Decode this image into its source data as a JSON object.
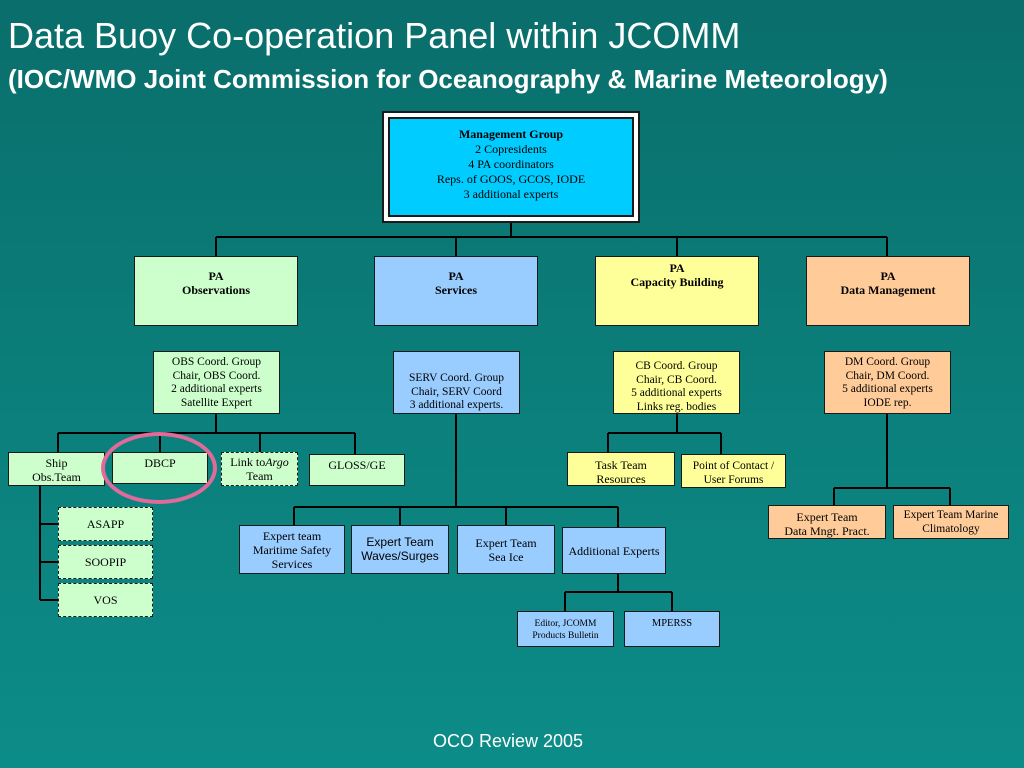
{
  "title": "Data Buoy Co-operation Panel within JCOMM",
  "subtitle": "(IOC/WMO Joint Commission for Oceanography & Marine Meteorology)",
  "footer": "OCO Review 2005",
  "management": {
    "heading": "Management Group",
    "lines": [
      "2 Copresidents",
      "4 PA coordinators",
      "Reps. of GOOS, GCOS, IODE",
      "3 additional experts"
    ]
  },
  "program_areas": [
    {
      "line1": "PA",
      "line2": "Observations"
    },
    {
      "line1": "PA",
      "line2": "Services"
    },
    {
      "line1": "PA",
      "line2": "Capacity Building"
    },
    {
      "line1": "PA",
      "line2": "Data Management"
    }
  ],
  "coord_groups": [
    {
      "lines": [
        "OBS Coord. Group",
        "Chair, OBS Coord.",
        "2 additional experts",
        "Satellite Expert"
      ]
    },
    {
      "lines": [
        "SERV Coord. Group",
        "Chair, SERV Coord",
        "3 additional experts."
      ]
    },
    {
      "lines": [
        "CB Coord. Group",
        "Chair, CB Coord.",
        "5 additional experts",
        "Links reg. bodies"
      ]
    },
    {
      "lines": [
        "DM Coord. Group",
        "Chair, DM Coord.",
        "5 additional experts",
        "IODE rep."
      ]
    }
  ],
  "obs_teams": {
    "ship": [
      "Ship",
      "Obs.Team"
    ],
    "dbcp": "DBCP",
    "argo_prefix": "Link to",
    "argo_italic": "Argo",
    "argo_suffix": "Team",
    "gloss": "GLOSS/GE",
    "asapp": "ASAPP",
    "soopip": "SOOPIP",
    "vos": "VOS"
  },
  "serv_teams": {
    "maritime": [
      "Expert team",
      "Maritime Safety",
      "Services"
    ],
    "waves": [
      "Expert Team",
      "Waves/Surges"
    ],
    "seaice": [
      "Expert Team",
      "Sea Ice"
    ],
    "additional": "Additional Experts",
    "editor": [
      "Editor, JCOMM",
      "Products Bulletin"
    ],
    "mperss": "MPERSS"
  },
  "cb_teams": {
    "task": [
      "Task Team",
      "Resources"
    ],
    "poc": [
      "Point of Contact /",
      "User Forums"
    ]
  },
  "dm_teams": {
    "dmp": [
      "Expert Team",
      "Data Mngt. Pract."
    ],
    "climatology": [
      "Expert Team Marine",
      "Climatology"
    ]
  },
  "colors": {
    "management": "#00ccff",
    "observations": "#ccffcc",
    "services": "#99ccff",
    "capacity_building": "#ffff99",
    "data_management": "#ffcc99",
    "highlight_ring": "#e06a9a"
  }
}
